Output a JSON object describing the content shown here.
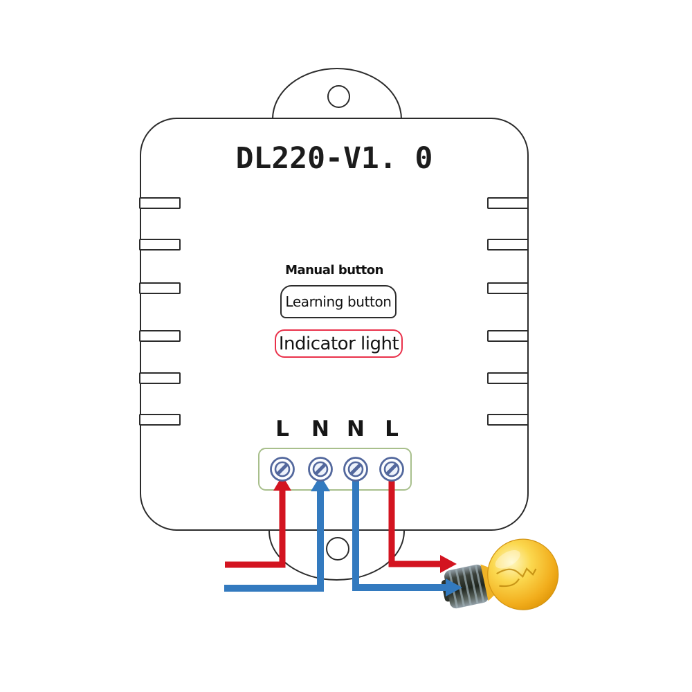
{
  "device": {
    "model_title": "DL220-V1. 0"
  },
  "labels": {
    "manual_button": "Manual button",
    "learning_button": "Learning button",
    "indicator_light": "Indicator light"
  },
  "terminals": {
    "labels": [
      "L",
      "N",
      "N",
      "L"
    ]
  },
  "wiring": {
    "input_live": "red arrow into left L terminal",
    "input_neutral": "blue arrow into left N terminal",
    "output_neutral": "blue wire from right N terminal to bulb",
    "output_live": "red wire from right L terminal to bulb"
  },
  "icons": {
    "bulb": "incandescent-light-bulb-icon",
    "screw": "terminal-screw-icon",
    "mounting_hole": "screw-hole-icon"
  },
  "colors": {
    "outline": "#2b2b2b",
    "live_wire_red": "#d31420",
    "neutral_wire_blue": "#337abf",
    "terminal_block_green": "#a8bf8c",
    "screw_slate_blue": "#53689d",
    "indicator_border_red": "#e9304a",
    "bulb_gold": "#f2ae1d"
  }
}
